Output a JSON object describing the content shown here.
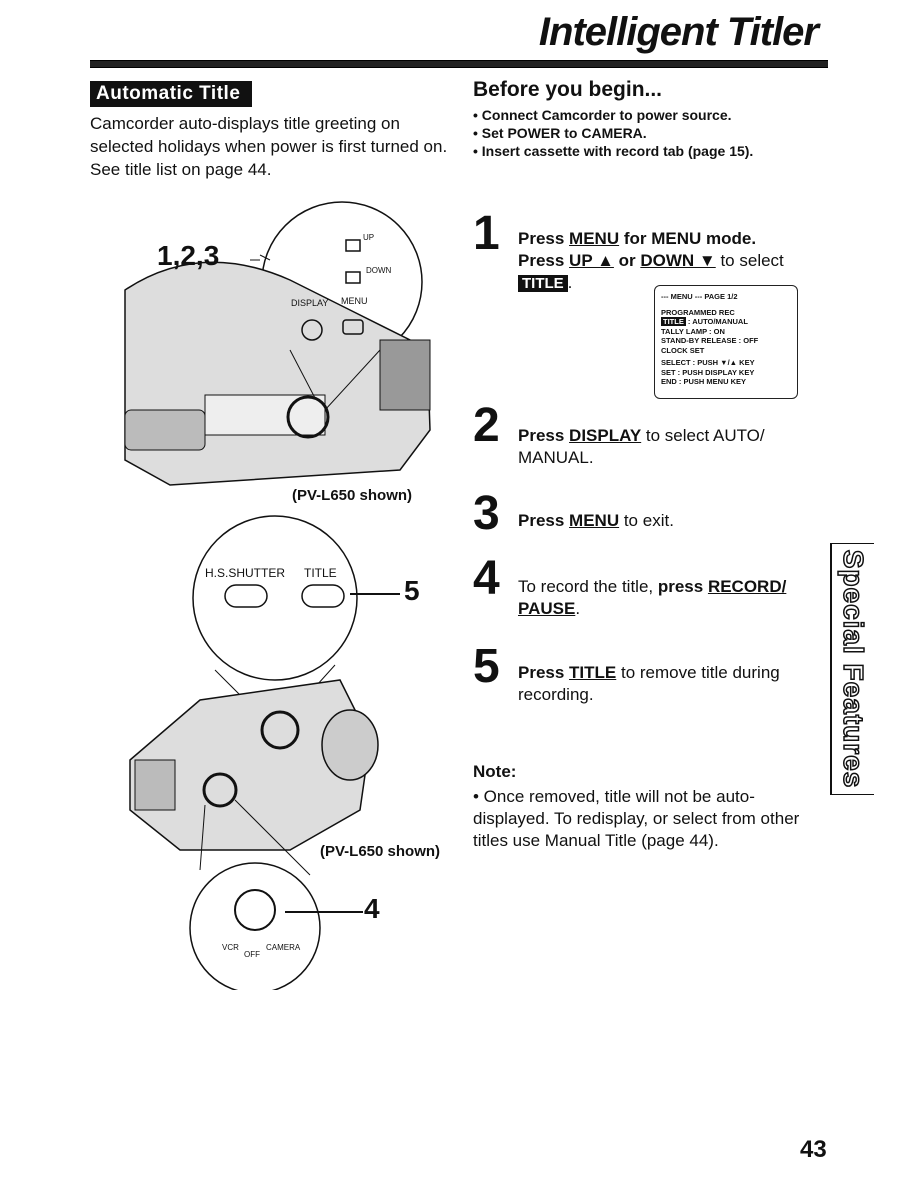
{
  "header": {
    "title": "Intelligent Titler"
  },
  "section": {
    "label": "Automatic Title",
    "intro": "Camcorder auto-displays title greeting on selected holidays when power is first turned on. See title list on page 44."
  },
  "before": {
    "heading": "Before you begin...",
    "items": [
      "• Connect Camcorder to power source.",
      "• Set POWER to CAMERA.",
      "• Insert cassette with record tab (page 15)."
    ]
  },
  "figures": {
    "callout_top": "1,2,3",
    "btn_up": "UP",
    "btn_down": "DOWN",
    "btn_display": "DISPLAY",
    "btn_menu": "MENU",
    "caption1": "(PV-L650 shown)",
    "hs_shutter": "H.S.SHUTTER",
    "title_btn": "TITLE",
    "callout5": "5",
    "caption2": "(PV-L650 shown)",
    "callout4": "4",
    "switch_vcr": "VCR",
    "switch_off": "OFF",
    "switch_camera": "CAMERA"
  },
  "steps": {
    "s1": {
      "num": "1",
      "a": "Press ",
      "b": "MENU",
      "c": " for MENU mode.",
      "d": "Press ",
      "e": "UP ▲",
      "f": " or ",
      "g": "DOWN ▼",
      "h": " to select",
      "i": "TITLE",
      "j": "."
    },
    "s2": {
      "num": "2",
      "a": "Press ",
      "b": "DISPLAY",
      "c": " to select AUTO/ MANUAL."
    },
    "s3": {
      "num": "3",
      "a": "Press ",
      "b": "MENU",
      "c": " to exit."
    },
    "s4": {
      "num": "4",
      "a": "To record the title, ",
      "b": "press ",
      "c": "RECORD/ PAUSE",
      "d": "."
    },
    "s5": {
      "num": "5",
      "a": "Press ",
      "b": "TITLE",
      "c": " to remove title during recording."
    }
  },
  "menu_screen": {
    "header": "--- MENU ---   PAGE 1/2",
    "r1": "PROGRAMMED REC",
    "r2a": "TITLE",
    "r2b": "  : AUTO/MANUAL",
    "r3": "TALLY LAMP         : ON",
    "r4": "STAND-BY RELEASE  : OFF",
    "r5": "CLOCK SET",
    "r6": "SELECT : PUSH ▼/▲ KEY",
    "r7": "SET     : PUSH DISPLAY KEY",
    "r8": "END     : PUSH MENU KEY"
  },
  "note": {
    "heading": "Note:",
    "text": "• Once removed, title will not be auto-displayed. To redisplay, or select from other titles use Manual Title (page 44)."
  },
  "side_tab": "Special Features",
  "page_number": "43"
}
